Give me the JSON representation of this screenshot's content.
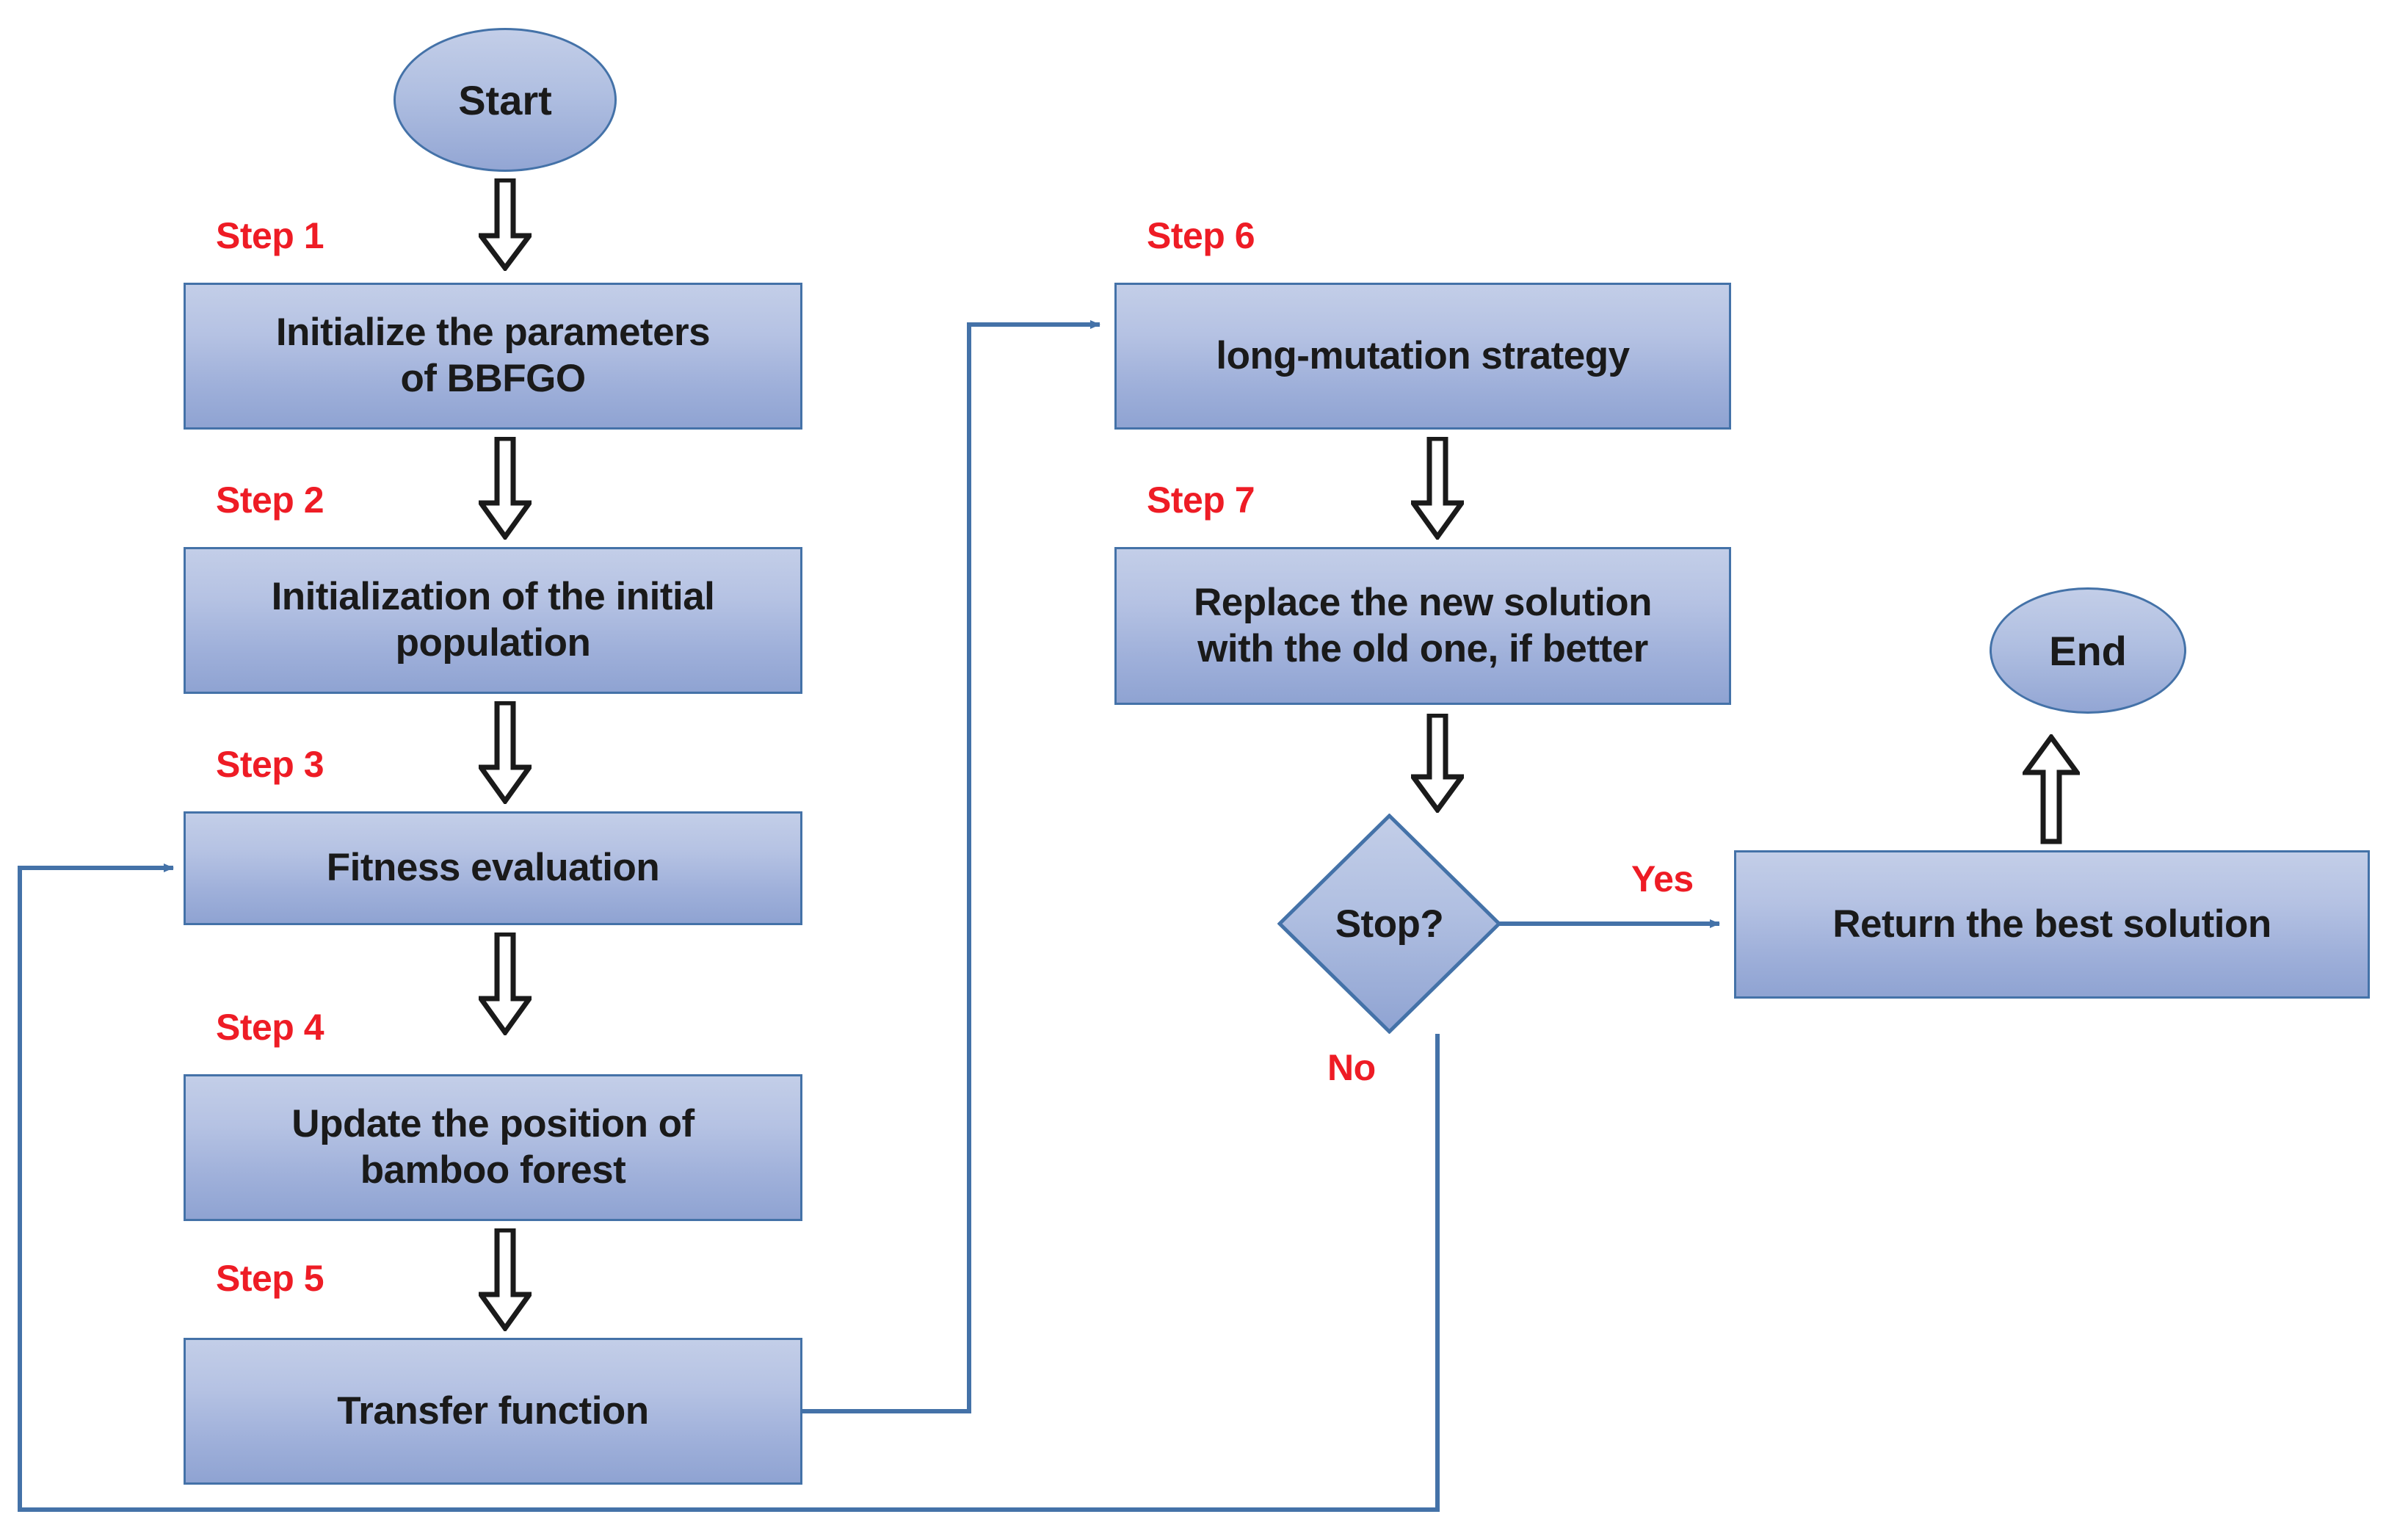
{
  "diagram": {
    "title": "BBFGO algorithm flowchart",
    "colors": {
      "shape_fill_top": "#c3cee8",
      "shape_fill_bottom": "#8fa3d2",
      "shape_border": "#4472a8",
      "connector_line": "#4472a8",
      "step_label_red": "#ee1c25",
      "shape_text": "#1a1a1a",
      "block_arrow_outline": "#1a1a1a",
      "background": "#ffffff"
    },
    "nodes": {
      "start": {
        "label": "Start",
        "shape": "ellipse"
      },
      "step1": {
        "label": "Initialize the parameters\nof BBFGO",
        "shape": "process"
      },
      "step2": {
        "label": "Initialization of the initial\npopulation",
        "shape": "process"
      },
      "step3": {
        "label": "Fitness evaluation",
        "shape": "process"
      },
      "step4": {
        "label": "Update the position of\nbamboo  forest",
        "shape": "process"
      },
      "step5": {
        "label": "Transfer function",
        "shape": "process"
      },
      "step6": {
        "label": "long-mutation strategy",
        "shape": "process"
      },
      "step7": {
        "label": "Replace the new solution\nwith the old one, if better",
        "shape": "process"
      },
      "decision": {
        "label": "Stop?",
        "shape": "diamond"
      },
      "return": {
        "label": "Return the best solution",
        "shape": "process"
      },
      "end": {
        "label": "End",
        "shape": "ellipse"
      }
    },
    "step_labels": {
      "step1": "Step 1",
      "step2": "Step 2",
      "step3": "Step 3",
      "step4": "Step 4",
      "step5": "Step 5",
      "step6": "Step 6",
      "step7": "Step 7"
    },
    "branch_labels": {
      "yes": "Yes",
      "no": "No"
    }
  }
}
